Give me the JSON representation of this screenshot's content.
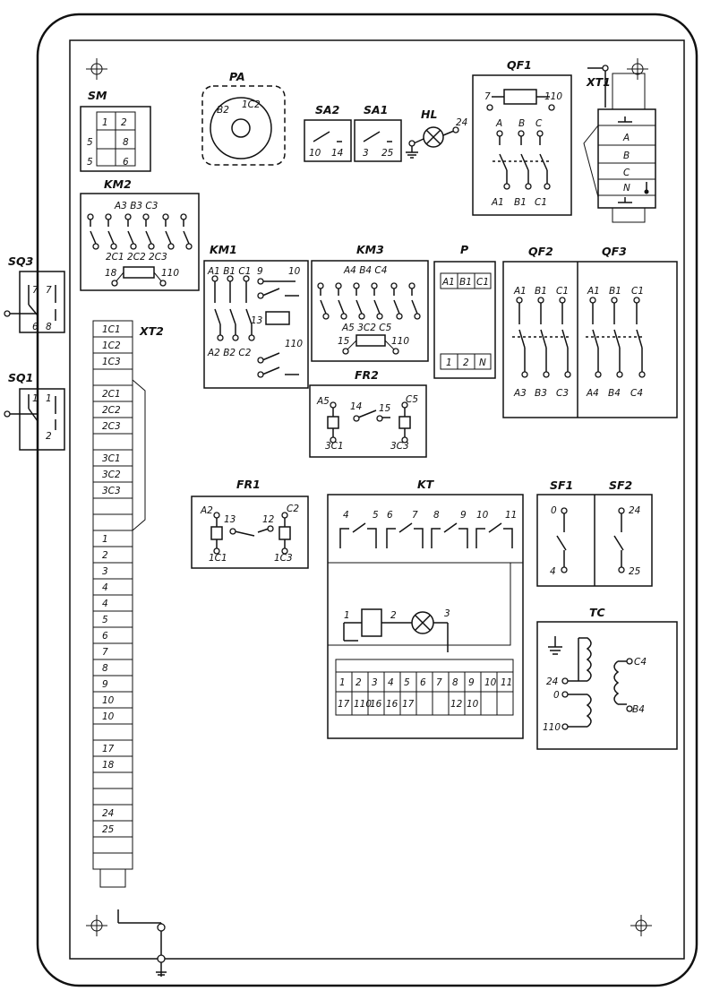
{
  "titles": {
    "sm": "SM",
    "pa": "PA",
    "sa2": "SA2",
    "sa1": "SA1",
    "hl": "HL",
    "qf1": "QF1",
    "xt1": "XT1",
    "km2": "KM2",
    "km1": "KM1",
    "km3": "KM3",
    "p": "P",
    "qf2": "QF2",
    "qf3": "QF3",
    "sq3": "SQ3",
    "sq1": "SQ1",
    "xt2": "XT2",
    "fr2": "FR2",
    "fr1": "FR1",
    "kt": "KT",
    "sf1": "SF1",
    "sf2": "SF2",
    "tc": "TC"
  },
  "sm": {
    "cells": [
      "1",
      "2",
      "5",
      "8",
      "5",
      "6"
    ]
  },
  "pa": {
    "b2": "B2",
    "c2": "1C2"
  },
  "sa2": {
    "t1": "10",
    "t2": "14"
  },
  "sa1": {
    "t1": "3",
    "t2": "25"
  },
  "hl": {
    "t": "24"
  },
  "qf1": {
    "coil_l": "7",
    "coil_r": "110",
    "top": [
      "A",
      "B",
      "C"
    ],
    "bot": [
      "A1",
      "B1",
      "C1"
    ]
  },
  "xt1": {
    "rows": [
      "A",
      "B",
      "C",
      "N"
    ]
  },
  "km2": {
    "top": "A3 B3 C3",
    "bot": "2C1 2C2 2C3",
    "coil_l": "18",
    "coil_r": "110"
  },
  "km1": {
    "top": "A1 B1 C1",
    "bot": "A2 B2 C2",
    "aux": [
      "9",
      "10",
      "13",
      "110"
    ]
  },
  "km3": {
    "top": "A4 B4 C4",
    "bot": "A5 3C2 C5",
    "coil_l": "15",
    "coil_r": "110"
  },
  "p": {
    "top": [
      "A1",
      "B1",
      "C1"
    ],
    "bot": [
      "1",
      "2",
      "N"
    ]
  },
  "qf2": {
    "top": [
      "A1",
      "B1",
      "C1"
    ],
    "bot": [
      "A3",
      "B3",
      "C3"
    ]
  },
  "qf3": {
    "top": [
      "A1",
      "B1",
      "C1"
    ],
    "bot": [
      "A4",
      "B4",
      "C4"
    ]
  },
  "sq3": {
    "labels": [
      "7",
      "7",
      "6",
      "8"
    ]
  },
  "sq1": {
    "labels": [
      "1",
      "1",
      "2"
    ]
  },
  "xt2": {
    "rows": [
      "1C1",
      "1C2",
      "1C3",
      "",
      "2C1",
      "2C2",
      "2C3",
      "",
      "3C1",
      "3C2",
      "3C3",
      "",
      "",
      "1",
      "2",
      "3",
      "4",
      "4",
      "5",
      "6",
      "7",
      "8",
      "9",
      "10",
      "10",
      "",
      "17",
      "18",
      "",
      "",
      "24",
      "25",
      "",
      ""
    ]
  },
  "fr2": {
    "a": "A5",
    "c": "C5",
    "m1": "14",
    "m2": "15",
    "b1": "3C1",
    "b2": "3C3"
  },
  "fr1": {
    "a": "A2",
    "c": "C2",
    "m1": "13",
    "m2": "12",
    "b1": "1C1",
    "b2": "1C3"
  },
  "kt": {
    "contacts": [
      "4",
      "5",
      "6",
      "7",
      "8",
      "9",
      "10",
      "11"
    ],
    "coil": [
      "1",
      "2",
      "3"
    ],
    "terms_top": [
      "1",
      "2",
      "3",
      "4",
      "5",
      "6",
      "7",
      "8",
      "9",
      "10",
      "11"
    ],
    "terms_bot": [
      "17",
      "110",
      "16",
      "16",
      "17",
      "",
      "",
      "12",
      "10",
      "",
      ""
    ]
  },
  "sf1": {
    "t1": "0",
    "t2": "4"
  },
  "sf2": {
    "t1": "24",
    "t2": "25"
  },
  "tc": {
    "p": [
      "24",
      "0",
      "110"
    ],
    "s": [
      "C4",
      "B4"
    ]
  }
}
